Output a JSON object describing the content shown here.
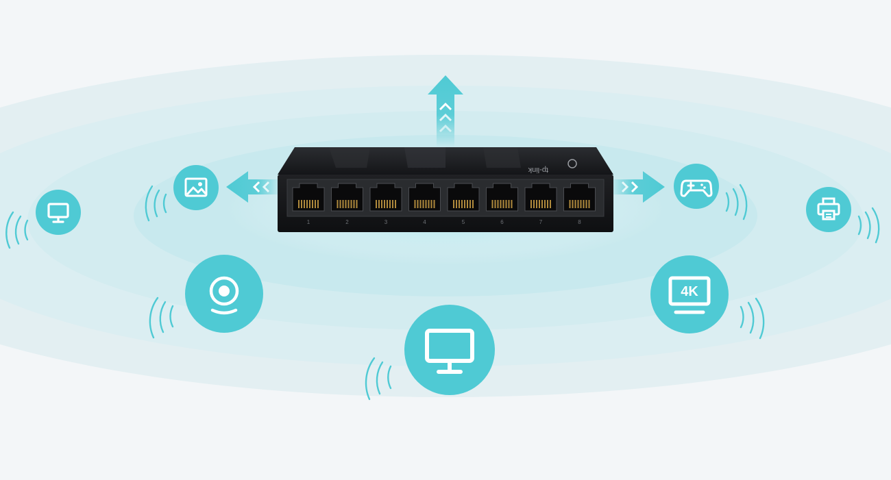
{
  "colors": {
    "accent": "#4fcad4",
    "background": "#f3f6f8",
    "switch_body": "#1b1c1e",
    "port_pins": "#b08a3c"
  },
  "switch": {
    "brand_logo": "tp-link",
    "port_numbers": [
      "1",
      "2",
      "3",
      "4",
      "5",
      "6",
      "7",
      "8"
    ]
  },
  "devices": [
    {
      "id": "monitor-far-left",
      "icon": "monitor-icon"
    },
    {
      "id": "photo",
      "icon": "image-icon"
    },
    {
      "id": "webcam",
      "icon": "webcam-icon"
    },
    {
      "id": "monitor-bottom",
      "icon": "monitor-icon"
    },
    {
      "id": "tv-4k",
      "icon": "tv-4k-icon",
      "label": "4K"
    },
    {
      "id": "gamepad",
      "icon": "gamepad-icon"
    },
    {
      "id": "printer",
      "icon": "printer-icon"
    }
  ]
}
